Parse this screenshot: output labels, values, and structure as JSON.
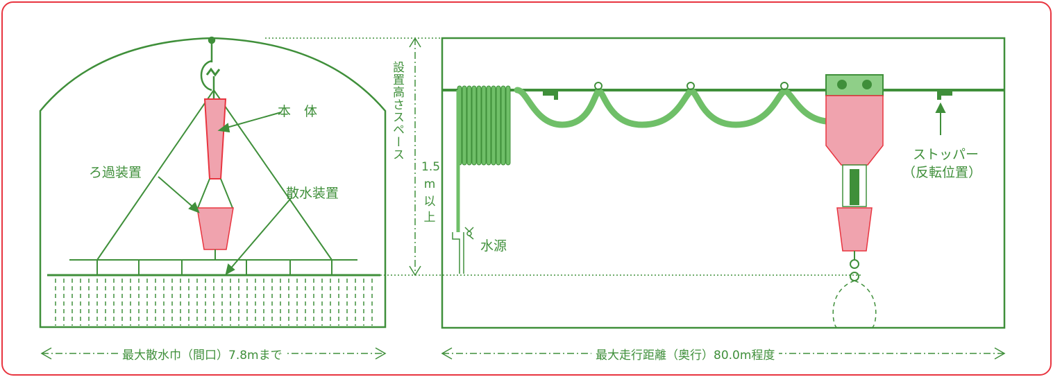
{
  "labels": {
    "main_body": "本　体",
    "filter": "ろ過装置",
    "sprinkler": "散水装置",
    "water_source": "水源",
    "stopper_line1": "ストッパー",
    "stopper_line2": "（反転位置）",
    "install_height_space": "設置高さスペース",
    "height_value": "1.5",
    "height_unit": "m",
    "height_suffix_1": "以",
    "height_suffix_2": "上"
  },
  "dimensions": {
    "max_width": "最大散水巾（間口）7.8mまで",
    "max_travel": "最大走行距離（奥行）80.0m程度"
  },
  "colors": {
    "green": "#3f8f3a",
    "light_green": "#6fbf68",
    "pink": "#f0a3ae",
    "frame_red": "#e8343f"
  }
}
